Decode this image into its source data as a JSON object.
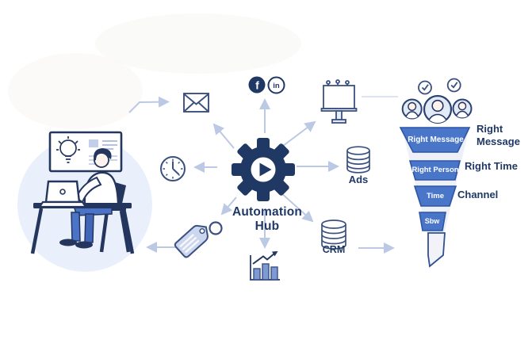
{
  "hub": {
    "label": "Automation Hub"
  },
  "social": {
    "facebook_initial": "f",
    "linkedin_initial": "in"
  },
  "databases": {
    "ads_label": "Ads",
    "crm_label": "CRM"
  },
  "funnel": {
    "segments": [
      {
        "label": "Right Message"
      },
      {
        "label": "Right Person"
      },
      {
        "label": "Time"
      },
      {
        "label": "Sbw"
      }
    ],
    "side_labels": [
      {
        "text": "Right Message"
      },
      {
        "text": "Right Time"
      },
      {
        "text": "Channel"
      }
    ]
  },
  "colors": {
    "navy": "#1f3864",
    "icon_stroke": "#3a5080",
    "arrow_blue": "#bcc9e4",
    "funnel_blue": "#4a76ca",
    "funnel_stroke": "#2e55a5",
    "avatar_fill": "#e2e9f7",
    "illustration_circle": "#eaf0fb",
    "pants_blue": "#4b74c9",
    "tag_fill": "#ccd6ee"
  }
}
